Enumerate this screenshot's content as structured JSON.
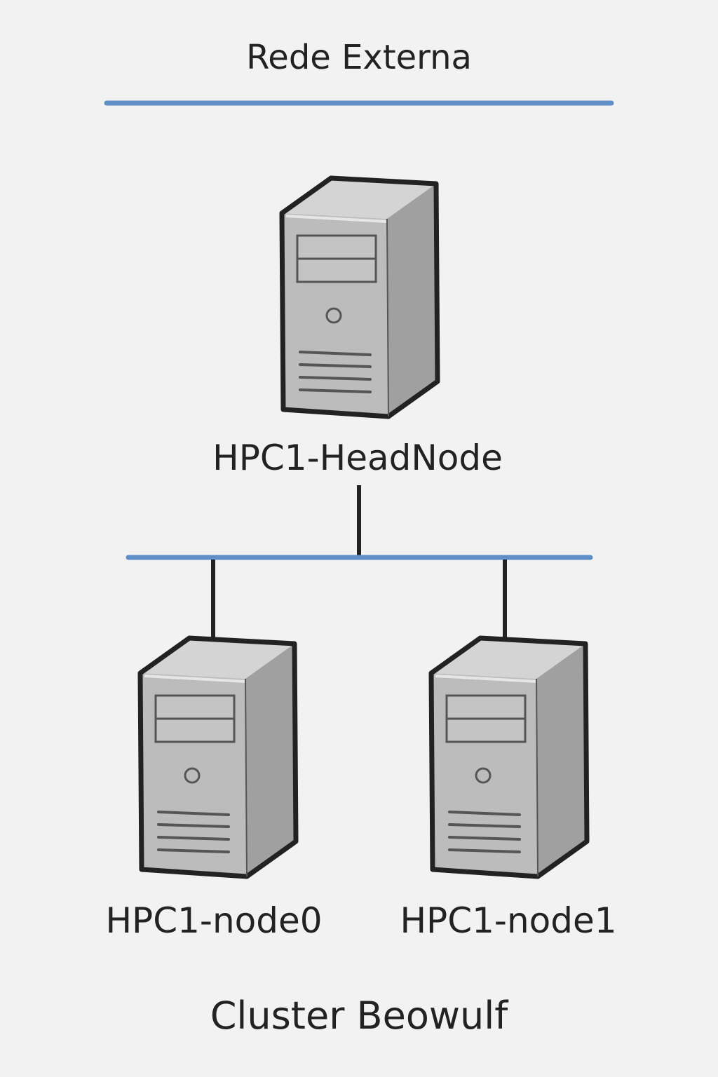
{
  "external_network": {
    "label": "Rede Externa",
    "color": "#5f8fc6"
  },
  "cluster": {
    "label": "Cluster Beowulf",
    "bus_color": "#5f8fc6"
  },
  "servers": [
    {
      "id": "head",
      "label": "HPC1-HeadNode",
      "icon": "tower-server-icon"
    },
    {
      "id": "node0",
      "label": "HPC1-node0",
      "icon": "tower-server-icon"
    },
    {
      "id": "node1",
      "label": "HPC1-node1",
      "icon": "tower-server-icon"
    }
  ],
  "colors": {
    "server_front": "#b9b9b9",
    "server_side": "#a2a2a2",
    "server_top": "#d2d2d2",
    "outline": "#222222",
    "cable": "#222222",
    "background": "#f2f2f2"
  }
}
